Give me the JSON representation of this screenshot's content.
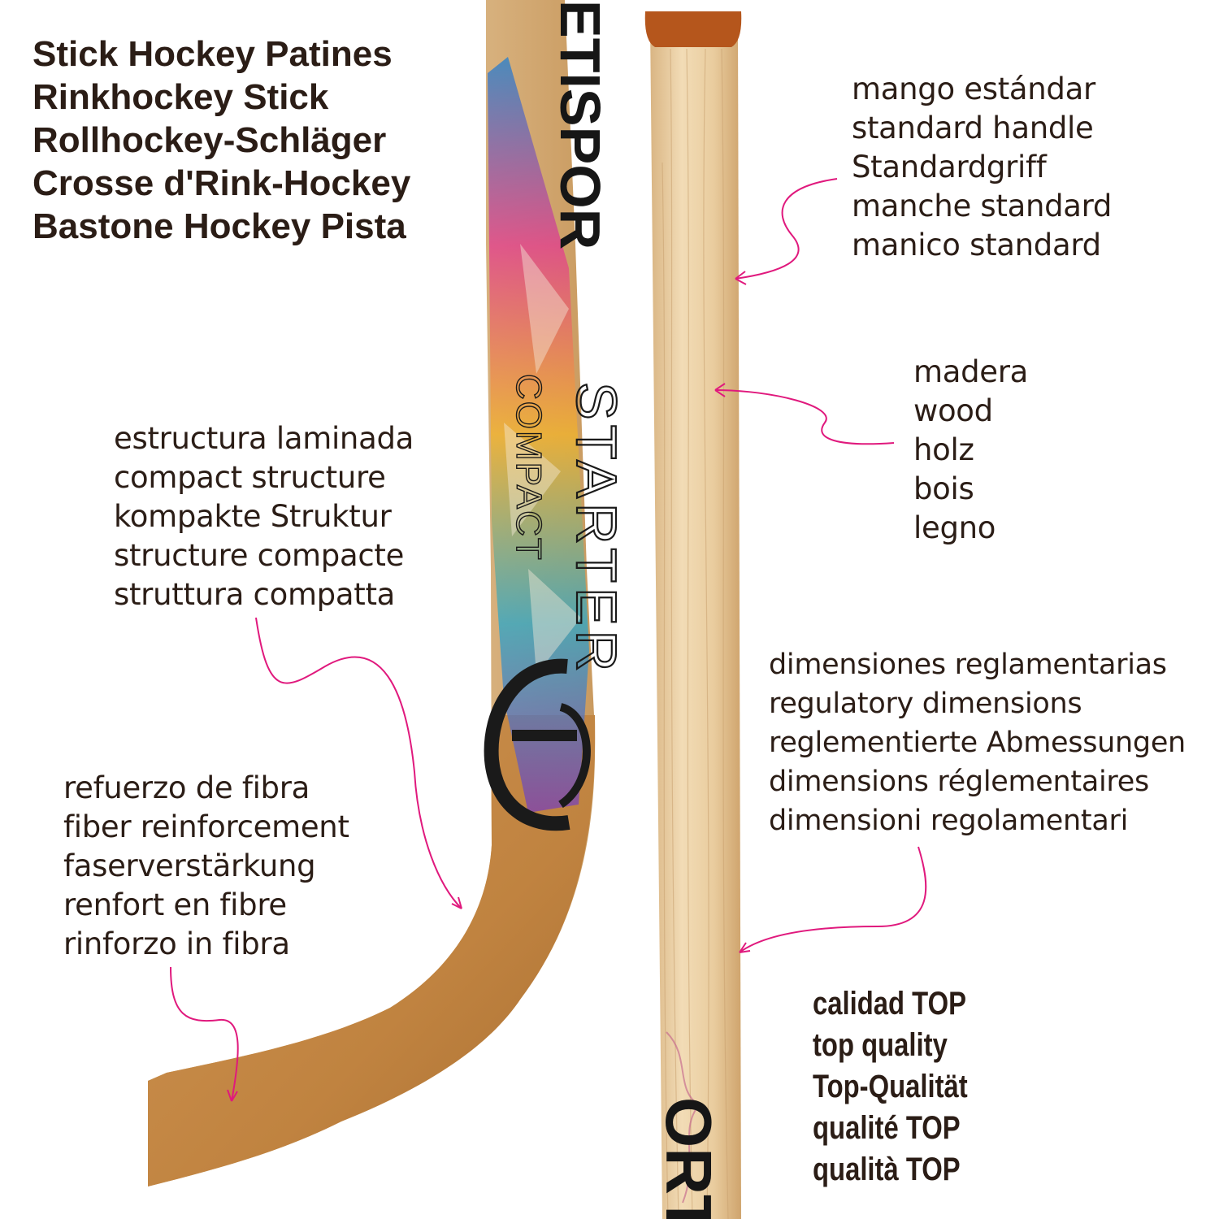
{
  "title_lines": [
    "Stick Hockey Patines",
    "Rinkhockey Stick",
    "Rollhockey-Schläger",
    "Crosse d'Rink-Hockey",
    "Bastone Hockey Pista"
  ],
  "callouts": {
    "handle": [
      "mango estándar",
      "standard handle",
      "Standardgriff",
      "manche standard",
      "manico standard"
    ],
    "wood": [
      "madera",
      "wood",
      "holz",
      "bois",
      "legno"
    ],
    "structure": [
      "estructura laminada",
      "compact structure",
      "kompakte Struktur",
      "structure compacte",
      "struttura compatta"
    ],
    "fiber": [
      "refuerzo de fibra",
      "fiber reinforcement",
      "faserverstärkung",
      "renfort en fibre",
      "rinforzo in fibra"
    ],
    "dimensions": [
      "dimensiones reglamentarias",
      "regulatory dimensions",
      "reglementierte Abmessungen",
      "dimensions réglementaires",
      "dimensioni regolamentari"
    ]
  },
  "quality_lines": [
    "calidad TOP",
    "top quality",
    "Top-Qualität",
    "qualité TOP",
    "qualità TOP"
  ],
  "stick_graphics": {
    "brand_top": "ETISPOR",
    "model_small": "COMPACT",
    "model_large": "STARTER",
    "brand_bottom": "ORT"
  },
  "colors": {
    "text": "#2b1d16",
    "arrow": "#e0197d",
    "wood_light": "#e8c99c",
    "wood_dark": "#c48a44",
    "cap": "#b5561c"
  }
}
